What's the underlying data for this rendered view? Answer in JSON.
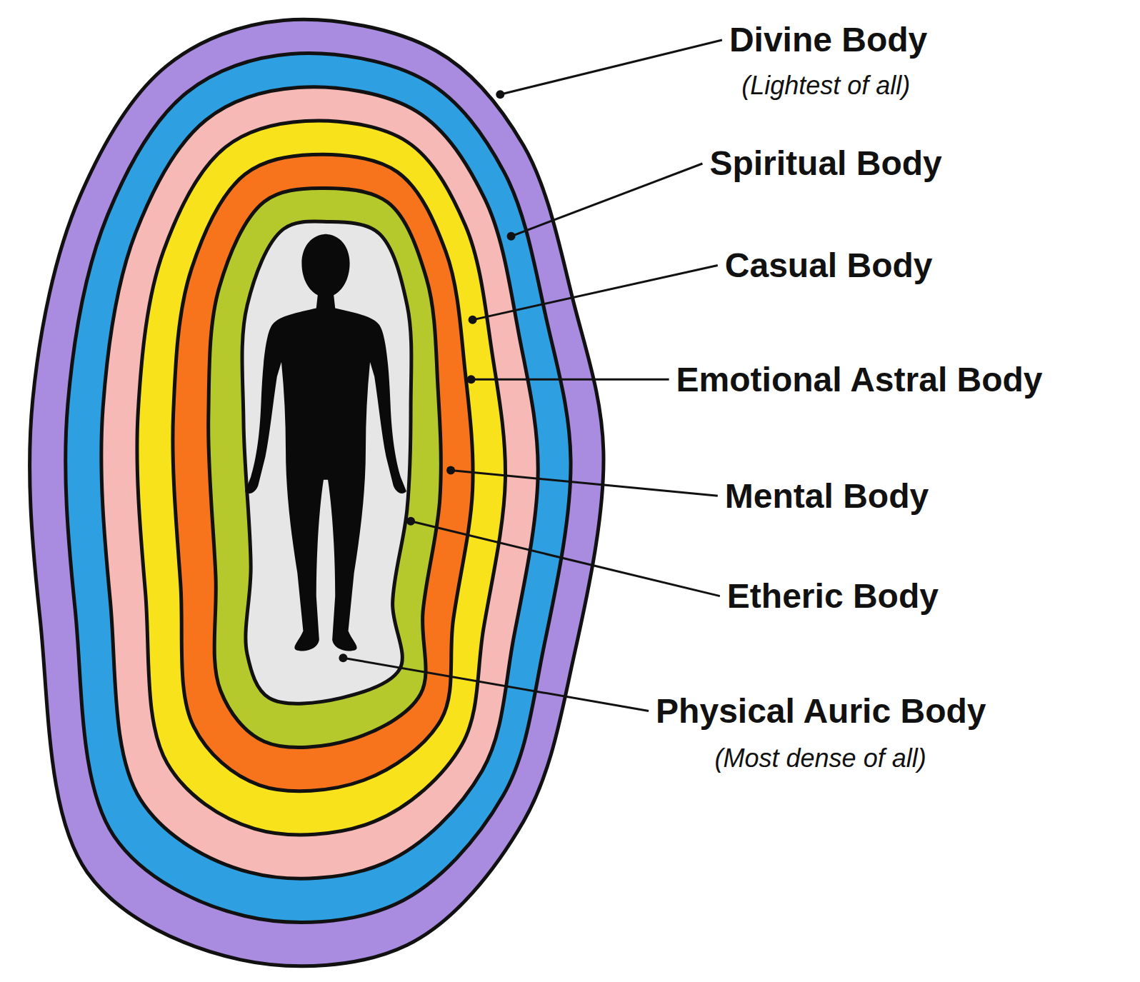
{
  "diagram": {
    "labels": [
      "Divine Body",
      "(Lightest of all)",
      "Spiritual Body",
      "Casual Body",
      "Emotional Astral Body",
      "Mental Body",
      "Etheric Body",
      "Physical Auric Body",
      "(Most dense of all)"
    ]
  }
}
